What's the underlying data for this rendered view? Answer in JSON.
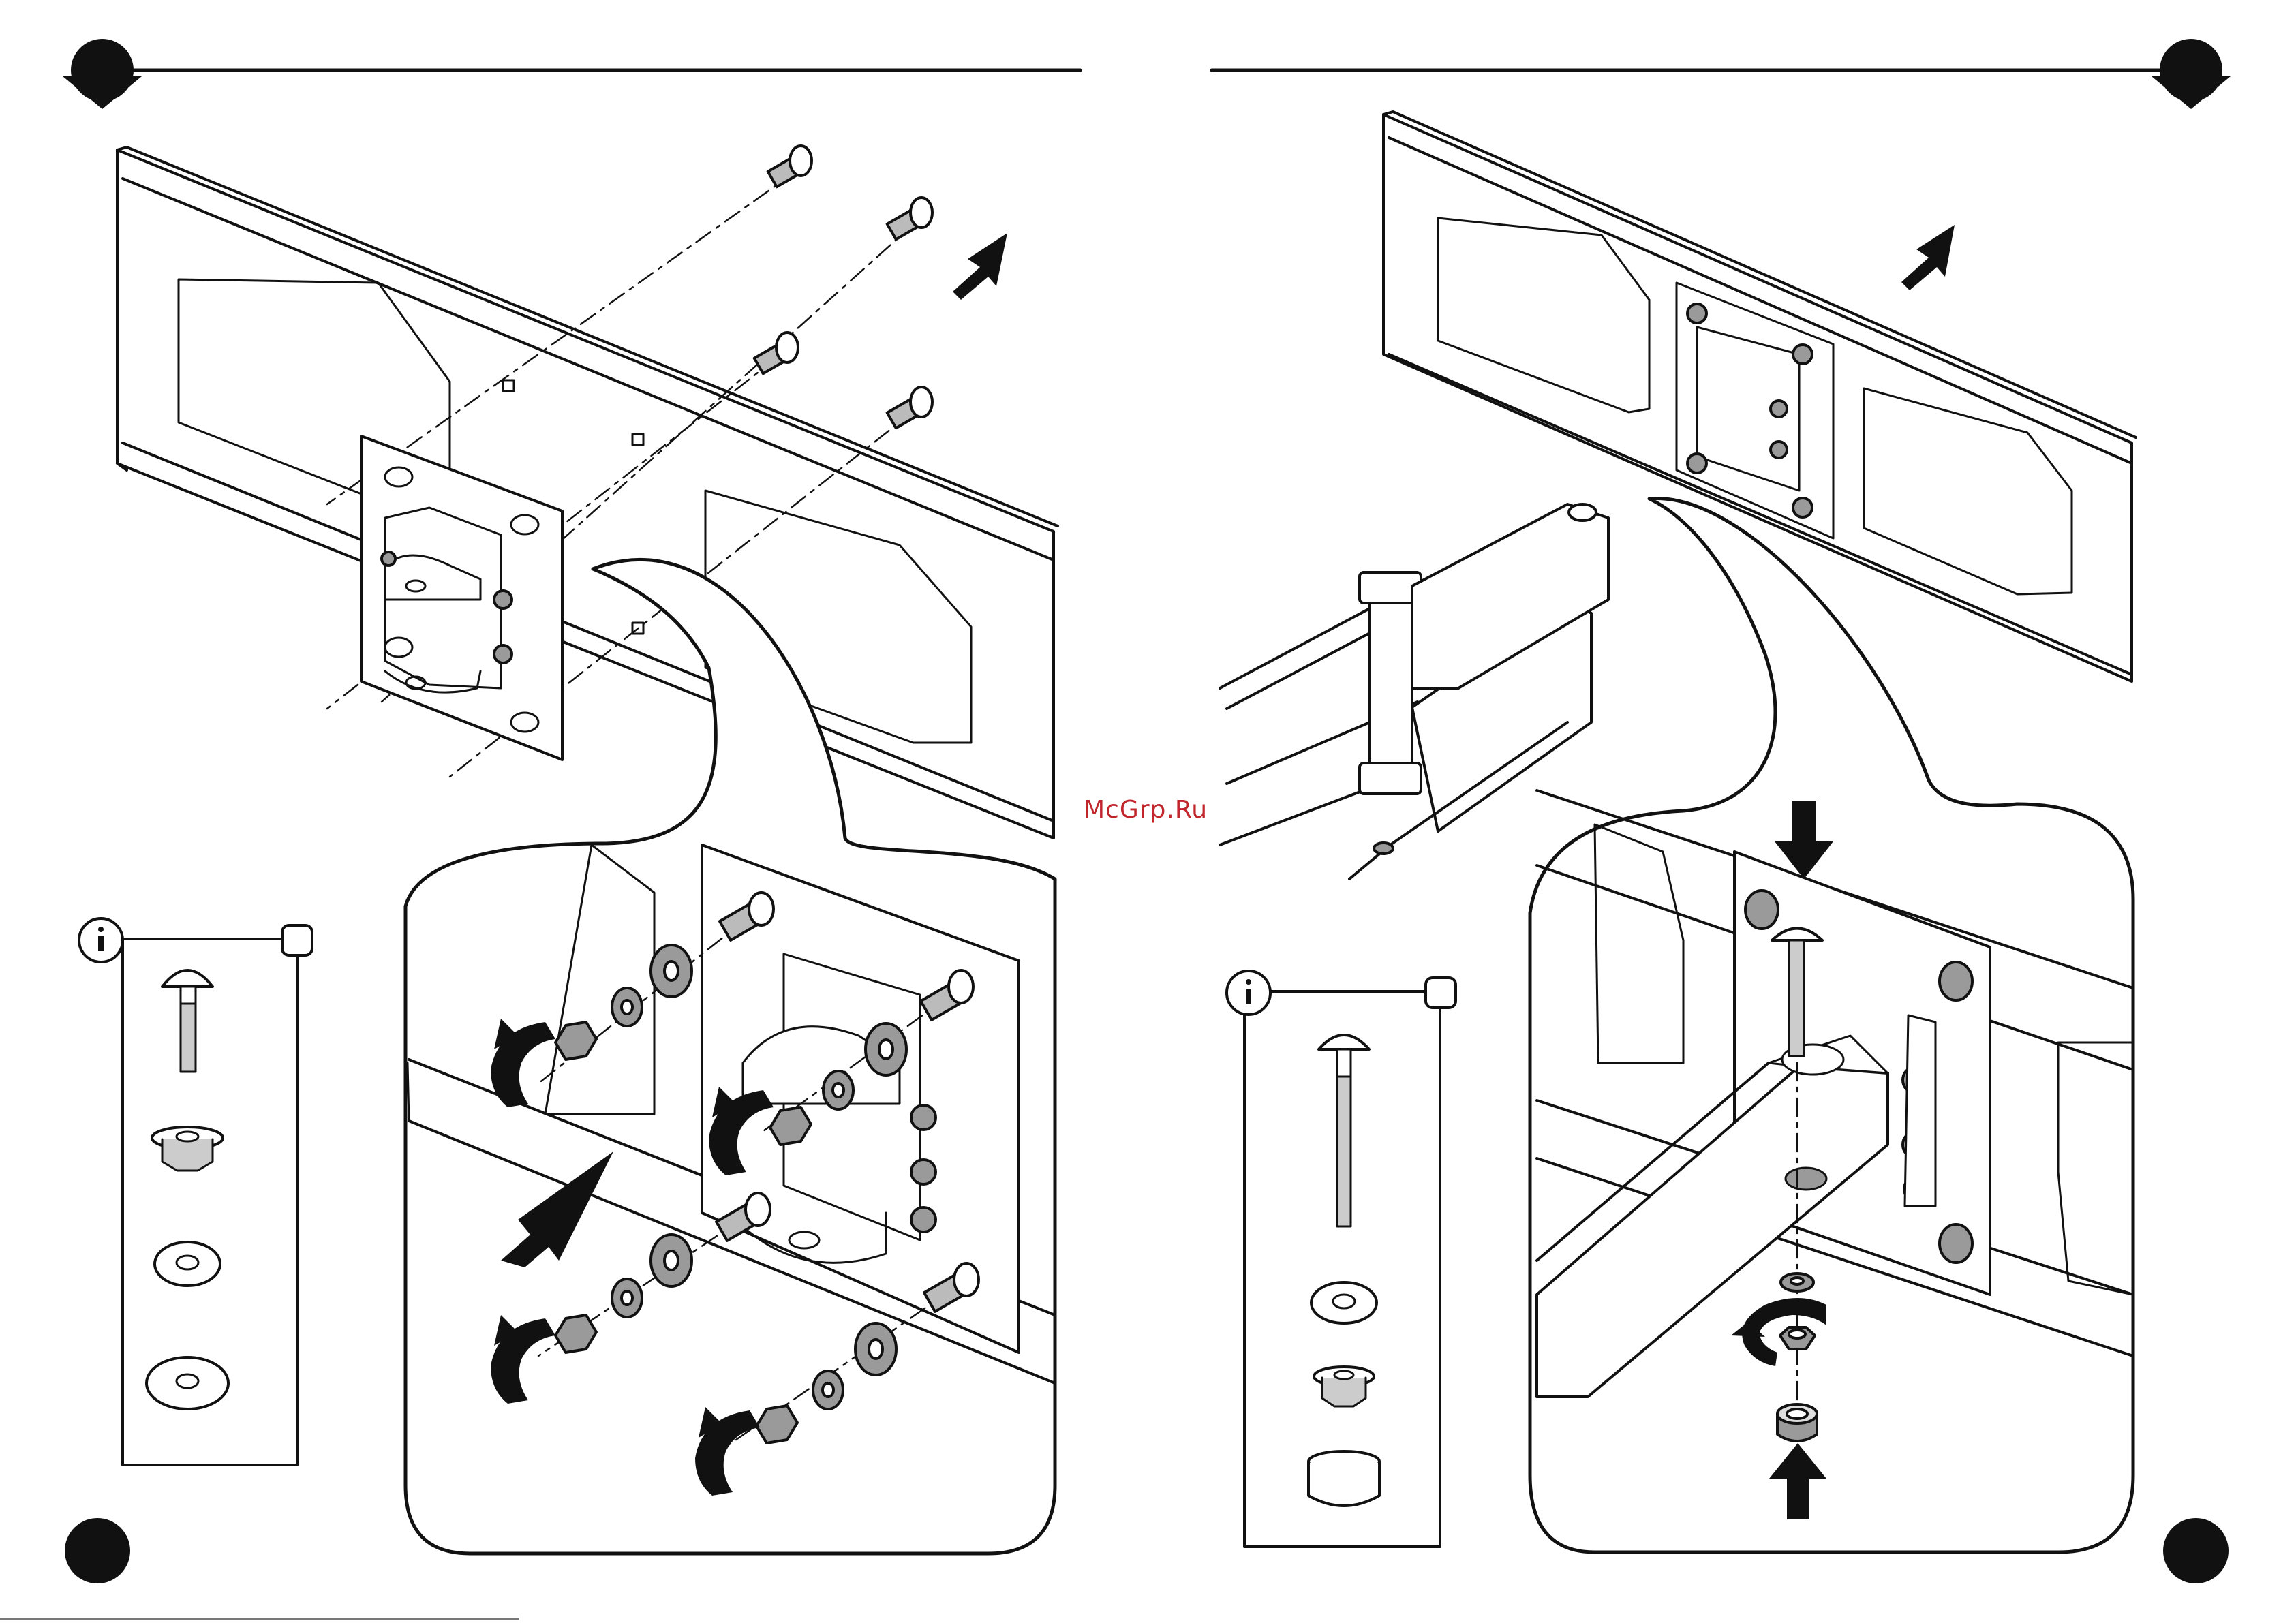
{
  "watermark": {
    "text": "McGrp.Ru",
    "color": "#c0262c"
  },
  "colors": {
    "ink": "#111111",
    "hardware_fill": "#9a9a9a",
    "paper": "#ffffff"
  },
  "left_step": {
    "header_marker_icon": "step-diamond-marker",
    "parts_box_icon": "info-icon",
    "parts": [
      "carriage-bolt",
      "flange-nut",
      "small-washer",
      "large-washer"
    ]
  },
  "right_step": {
    "header_marker_icon": "step-diamond-marker",
    "parts_box_icon": "info-icon",
    "parts": [
      "long-carriage-bolt",
      "washer",
      "flange-nut",
      "cap"
    ]
  }
}
